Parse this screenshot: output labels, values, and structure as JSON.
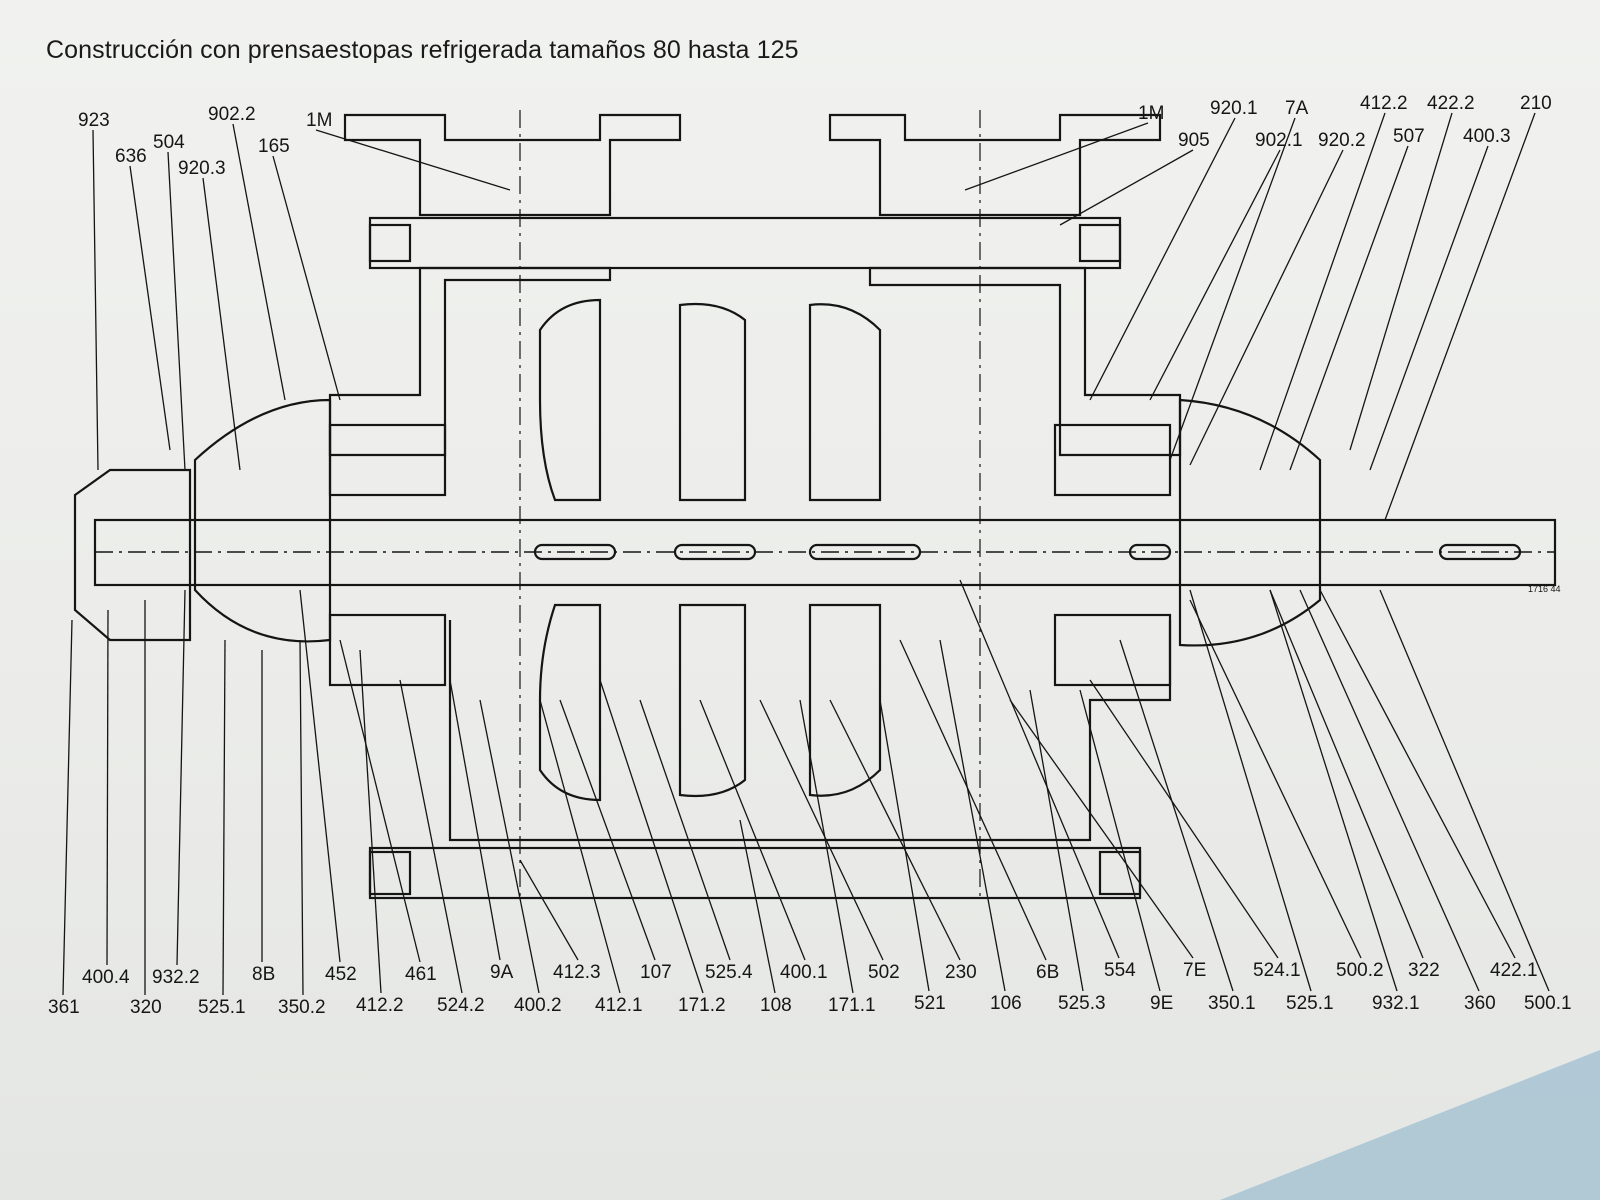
{
  "title": "Construcción con prensaestopas refrigerada tamaños 80 hasta 125",
  "drawing_code": "1716 44",
  "labels": {
    "top": [
      "923",
      "636",
      "504",
      "920.3",
      "902.2",
      "165",
      "1M",
      "1M",
      "905",
      "920.1",
      "902.1",
      "7A",
      "920.2",
      "412.2",
      "507",
      "422.2",
      "400.3",
      "210"
    ],
    "bottom_upper": [
      "400.4",
      "932.2",
      "8B",
      "452",
      "461",
      "9A",
      "412.3",
      "107",
      "525.4",
      "400.1",
      "502",
      "230",
      "6B",
      "554",
      "7E",
      "524.1",
      "500.2",
      "322",
      "422.1"
    ],
    "bottom_lower": [
      "361",
      "320",
      "525.1",
      "350.2",
      "412.2",
      "524.2",
      "400.2",
      "412.1",
      "171.2",
      "108",
      "171.1",
      "521",
      "106",
      "525.3",
      "9E",
      "350.1",
      "525.1",
      "932.1",
      "360",
      "500.1"
    ]
  },
  "colors": {
    "ink": "#151515",
    "paper": "#f1f2ef"
  }
}
